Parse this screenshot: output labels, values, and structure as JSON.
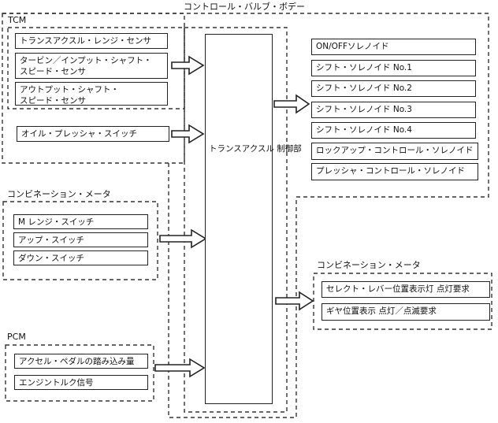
{
  "title": "コントロール・バルブ・ボデー",
  "colors": {
    "line": "#222222",
    "background": "#ffffff"
  },
  "tcm": {
    "label": "TCM",
    "range_sensor": "トランスアクスル・レンジ・センサ",
    "turbine_sensor_line1": "タービン／インプット・シャフト・",
    "turbine_sensor_line2": "スピード・センサ",
    "output_sensor_line1": "アウトプット・シャフト・",
    "output_sensor_line2": "スピード・センサ",
    "oil_pressure_switch": "オイル・プレッシャ・スイッチ"
  },
  "combination_meter_input": {
    "label": "コンビネーション・メータ",
    "m_range_switch": "M レンジ・スイッチ",
    "up_switch": "アップ・スイッチ",
    "down_switch": "ダウン・スイッチ"
  },
  "pcm": {
    "label": "PCM",
    "accel_pedal": "アクセル・ペダルの踏み込み量",
    "engine_torque": "エンジントルク信号"
  },
  "control_unit": {
    "line1": "トランスアクスル",
    "line2": "制御部"
  },
  "outputs": {
    "onoff_solenoid": "ON/OFFソレノイド",
    "shift_solenoid_1": "シフト・ソレノイド No.1",
    "shift_solenoid_2": "シフト・ソレノイド No.2",
    "shift_solenoid_3": "シフト・ソレノイド No.3",
    "shift_solenoid_4": "シフト・ソレノイド No.4",
    "lockup_control_solenoid": "ロックアップ・コントロール・ソレノイド",
    "pressure_control_solenoid": "プレッシャ・コントロール・ソレノイド"
  },
  "combination_meter_output": {
    "label": "コンビネーション・メータ",
    "select_lever_request": "セレクト・レバー位置表示灯 点灯要求",
    "gear_position_request": "ギヤ位置表示 点灯／点滅要求"
  }
}
